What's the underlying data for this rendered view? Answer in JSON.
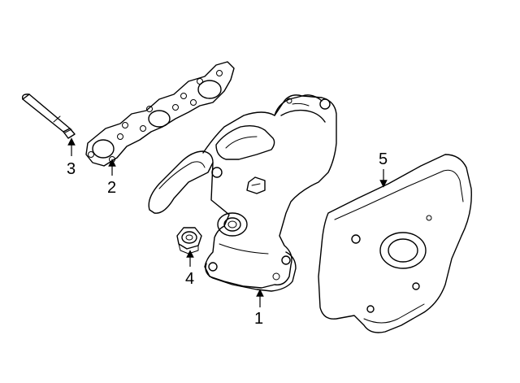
{
  "callouts": {
    "c1": "1",
    "c2": "2",
    "c3": "3",
    "c4": "4",
    "c5": "5"
  },
  "parts": {
    "p1": {
      "icon": "exhaust-manifold-icon"
    },
    "p2": {
      "icon": "manifold-gasket-icon"
    },
    "p3": {
      "icon": "stud-icon"
    },
    "p4": {
      "icon": "nut-icon"
    },
    "p5": {
      "icon": "heat-shield-icon"
    }
  },
  "colors": {
    "line": "#000000",
    "background": "#ffffff"
  }
}
